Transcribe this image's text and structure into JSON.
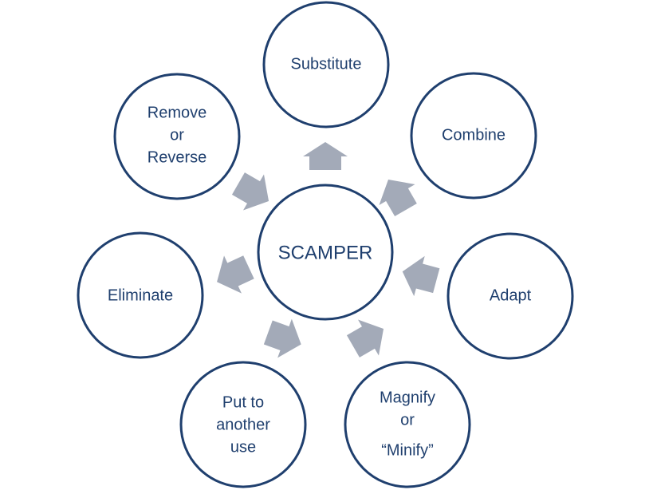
{
  "diagram": {
    "center": {
      "lines": [
        "SCAMPER"
      ]
    },
    "nodes": [
      {
        "id": "substitute",
        "lines": [
          "Substitute"
        ]
      },
      {
        "id": "combine",
        "lines": [
          "Combine"
        ]
      },
      {
        "id": "adapt",
        "lines": [
          "Adapt"
        ]
      },
      {
        "id": "magnify-or-minify",
        "lines": [
          "Magnify",
          "or",
          "“Minify”"
        ]
      },
      {
        "id": "put-to-another-use",
        "lines": [
          "Put to",
          "another",
          "use"
        ]
      },
      {
        "id": "eliminate",
        "lines": [
          "Eliminate"
        ]
      },
      {
        "id": "remove-or-reverse",
        "lines": [
          "Remove",
          "or",
          "Reverse"
        ]
      }
    ]
  },
  "colors": {
    "circle_stroke": "#1f3f6e",
    "text": "#1f3f6e",
    "arrow_fill": "#a3aab8",
    "background": "#ffffff"
  }
}
